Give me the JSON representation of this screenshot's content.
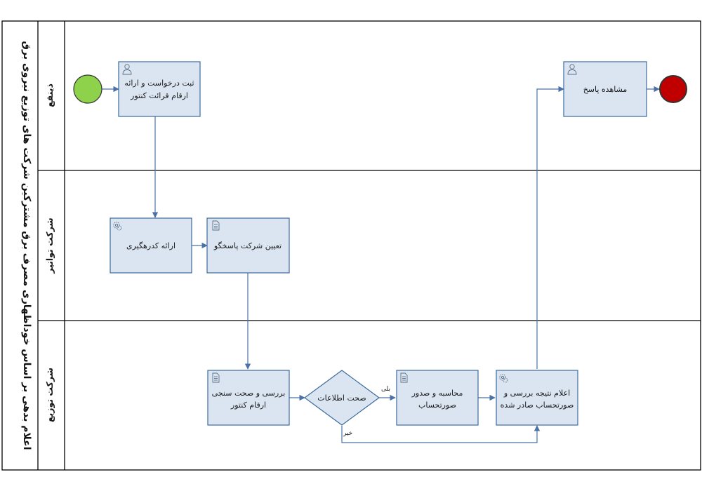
{
  "pool": {
    "title": "اعلام بدهی بر اساس خوداظهاری مصرف برق مشترکین شرکت های توزیع نیروی برق"
  },
  "lanes": [
    {
      "id": "lane-1",
      "label": "ذینفع"
    },
    {
      "id": "lane-2",
      "label": "شرکت توانیر"
    },
    {
      "id": "lane-3",
      "label": "شرکت توزیع"
    }
  ],
  "tasks": {
    "submit_request": {
      "lines": [
        "ثبت درخواست و ارائه",
        "ارقام قرائت کنتور"
      ],
      "icon": "user-icon"
    },
    "view_response": {
      "lines": [
        "مشاهده پاسخ"
      ],
      "icon": "user-icon"
    },
    "provide_gateway": {
      "lines": [
        "ارائه کدرهگیری"
      ],
      "icon": "gear-icon"
    },
    "assign_company": {
      "lines": [
        "تعیین شرکت پاسخگو"
      ],
      "icon": "document-icon"
    },
    "review_readings": {
      "lines": [
        "بررسی و صحت سنجی",
        "ارقام کنتور"
      ],
      "icon": "document-icon"
    },
    "calculate_bill": {
      "lines": [
        "محاسبه و صدور",
        "صورتحساب"
      ],
      "icon": "document-icon"
    },
    "announce_result": {
      "lines": [
        "اعلام نتیجه بررسی و",
        "صورتحساب صادر شده"
      ],
      "icon": "gear-icon"
    }
  },
  "gateway": {
    "label": "صحت اطلاعات"
  },
  "flow_labels": {
    "yes": "بلی",
    "no": "خیر"
  },
  "colors": {
    "start_event": "#8ed14a",
    "end_event": "#c00000",
    "task_fill": "#dbe5f1",
    "task_stroke": "#3c6a9c",
    "flow": "#4a72a8"
  }
}
